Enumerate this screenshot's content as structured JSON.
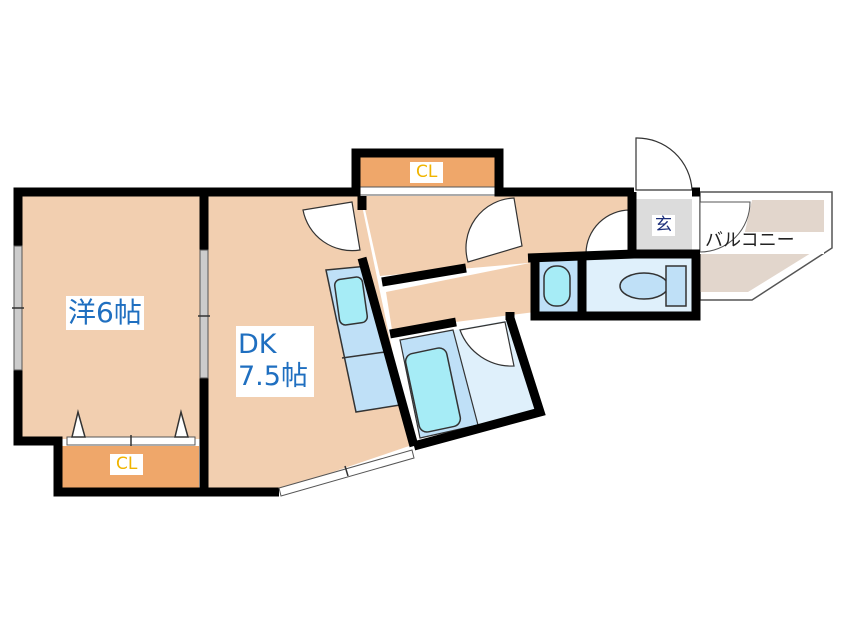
{
  "floorplan": {
    "rooms": {
      "western_room": {
        "label": "洋6帖",
        "type": "Western-style room",
        "size_jo": 6
      },
      "dining_kitchen": {
        "label_line1": "DK",
        "label_line2": "7.5帖",
        "type": "Dining Kitchen",
        "size_jo": 7.5
      },
      "closet_1": {
        "label": "CL"
      },
      "closet_2": {
        "label": "CL"
      },
      "entrance": {
        "label": "玄"
      },
      "balcony": {
        "label": "バルコニー"
      }
    },
    "colors": {
      "wall": "#000000",
      "floor": "#f2cfb0",
      "closet": "#efa76a",
      "wet_area": "#bfe0f7",
      "wet_area_light": "#dff0fb",
      "fixture": "#a6ecf6",
      "entrance": "#dcdcdc",
      "balcony": "#e2d6cc",
      "room_label": "#1f6fc0",
      "closet_label": "#f0b400"
    }
  }
}
